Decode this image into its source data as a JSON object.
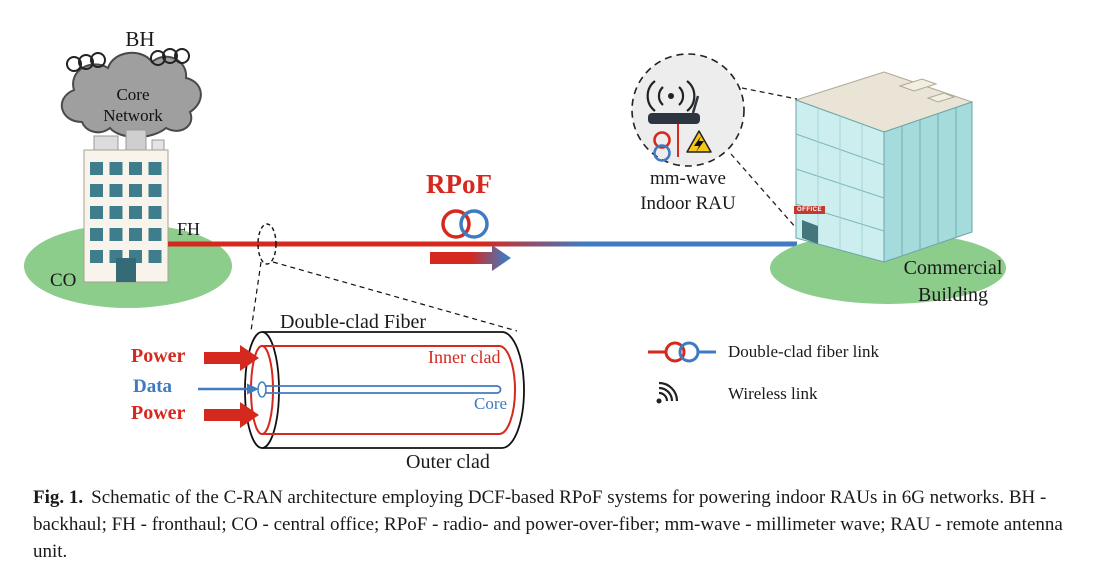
{
  "colors": {
    "red": "#d5281e",
    "blue": "#3f7bc0",
    "green": "#8ccd8c"
  },
  "labels": {
    "bh": "BH",
    "core_network": "Core\nNetwork",
    "fh": "FH",
    "co": "CO",
    "rpof": "RPoF",
    "rau": "mm-wave\nIndoor RAU",
    "commercial": "Commercial\nBuilding",
    "office_sign": "OFFICE"
  },
  "fiber_zoom": {
    "title": "Double-clad Fiber",
    "inner_clad": "Inner clad",
    "core": "Core",
    "outer_clad": "Outer clad",
    "power_top": "Power",
    "data": "Data",
    "power_bottom": "Power"
  },
  "legend": {
    "dcf": "Double-clad fiber link",
    "wireless": "Wireless link"
  },
  "caption": {
    "fig": "Fig. 1.",
    "text": "Schematic of the C-RAN architecture employing DCF-based RPoF systems for powering indoor RAUs in 6G networks. BH - backhaul; FH - fronthaul; CO - central office; RPoF - radio- and power-over-fiber; mm-wave - millimeter wave; RAU - remote antenna unit."
  }
}
